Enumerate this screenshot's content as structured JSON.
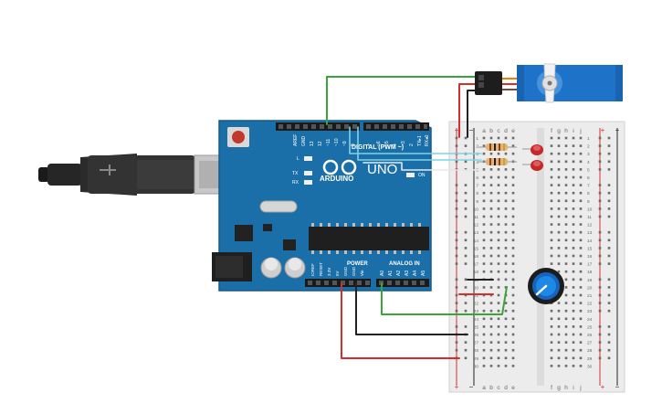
{
  "arduino": {
    "brand": "ARDUINO",
    "model": "UNO",
    "digital_label": "DIGITAL (PWM ~)",
    "analog_label": "ANALOG IN",
    "power_label": "POWER",
    "aref": "AREF",
    "gnd": "GND",
    "top_pins": [
      "13",
      "12",
      "~11",
      "~10",
      "~9",
      "8",
      "7",
      "~6",
      "~5",
      "4",
      "~3",
      "2",
      "TX▸1",
      "RX◂0"
    ],
    "power_pins": [
      "IOREF",
      "RESET",
      "3.3V",
      "5V",
      "GND",
      "GND",
      "Vin"
    ],
    "analog_pins": [
      "A0",
      "A1",
      "A2",
      "A3",
      "A4",
      "A5"
    ],
    "l_led": "L",
    "tx": "TX",
    "rx": "RX",
    "on": "ON"
  },
  "breadboard": {
    "cols_left": [
      "a",
      "b",
      "c",
      "d",
      "e"
    ],
    "cols_right": [
      "f",
      "g",
      "h",
      "i",
      "j"
    ],
    "rows": [
      "1",
      "2",
      "3",
      "4",
      "5",
      "6",
      "7",
      "8",
      "9",
      "10",
      "11",
      "12",
      "13",
      "14",
      "15",
      "16",
      "17",
      "18",
      "19",
      "20",
      "21",
      "22",
      "23",
      "24",
      "25",
      "26",
      "27",
      "28",
      "29",
      "30"
    ],
    "rail_plus": "+",
    "rail_minus": "−"
  },
  "colors": {
    "board_blue": "#1b6fa8",
    "wire_red": "#d32f2f",
    "wire_black": "#222222",
    "wire_green": "#3aa33a",
    "wire_cyan": "#7fd3e6",
    "servo_blue": "#1e73c8",
    "led_red": "#c62828",
    "pot_blue": "#1565c0"
  }
}
